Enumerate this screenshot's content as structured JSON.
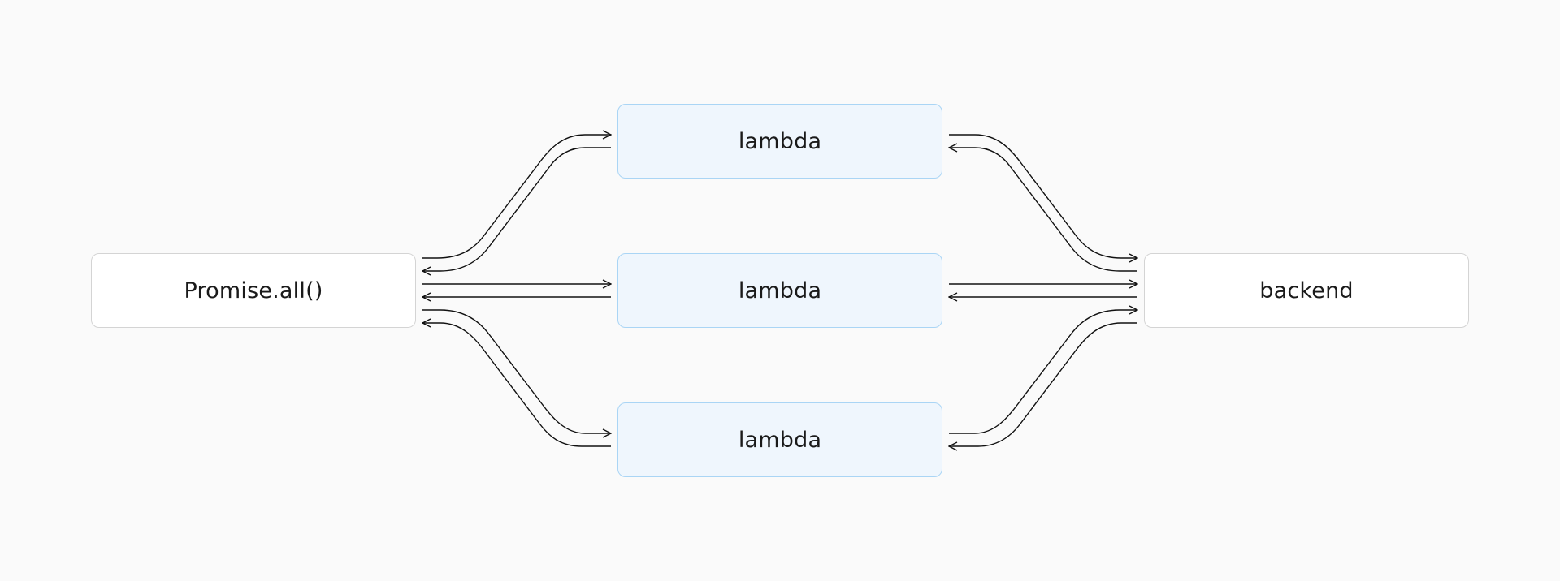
{
  "nodes": {
    "promise": "Promise.all()",
    "lambdas": [
      "lambda",
      "lambda",
      "lambda"
    ],
    "backend": "backend"
  },
  "colors": {
    "background": "#fafafa",
    "plain_node_fill": "#ffffff",
    "plain_node_border": "#d4d4d4",
    "lambda_node_fill": "#eff6fd",
    "lambda_node_border": "#aad5f5",
    "arrow": "#111111"
  }
}
